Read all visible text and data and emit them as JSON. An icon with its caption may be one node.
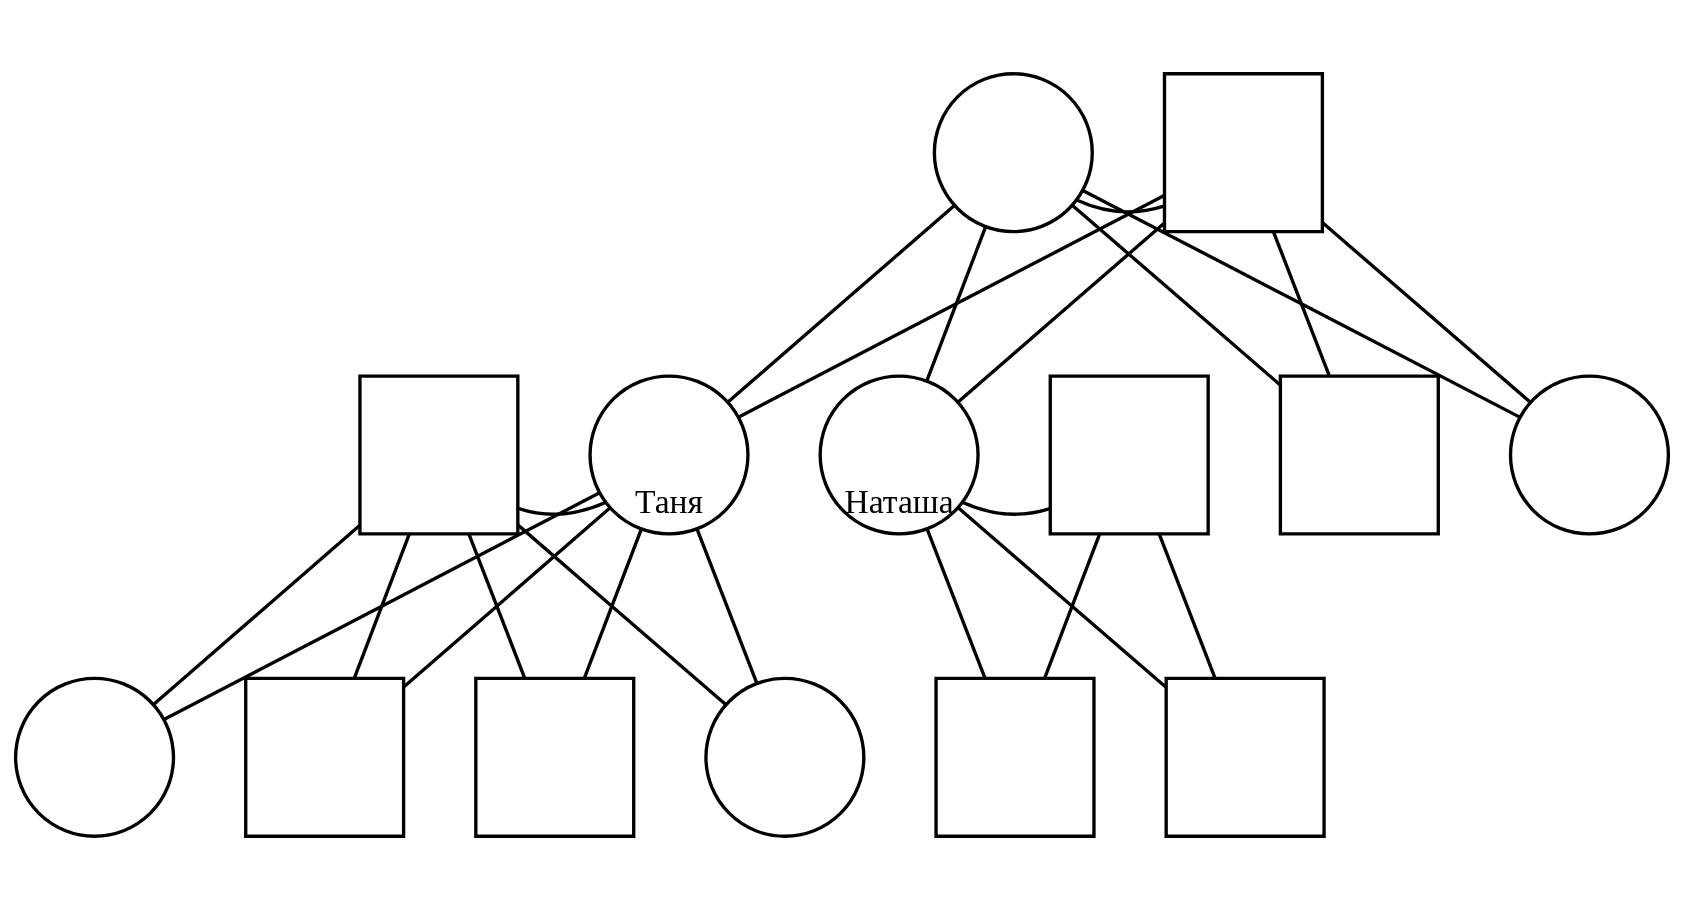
{
  "diagram": {
    "nodes": [
      {
        "text": [],
        "shape": "circle"
      },
      {
        "text": [],
        "shape": "box"
      },
      {
        "text": [],
        "shape": "box"
      },
      {
        "text": [
          "Таня"
        ]
      },
      {
        "text": [
          "Наташа"
        ]
      },
      {
        "text": [],
        "shape": "box"
      },
      {
        "text": [],
        "shape": "box"
      },
      {
        "text": [],
        "shape": "circle"
      },
      {
        "text": [],
        "shape": "circle"
      },
      {
        "text": [],
        "shape": "box"
      },
      {
        "text": [],
        "shape": "box"
      },
      {
        "text": [],
        "shape": "circle"
      },
      {
        "text": [],
        "shape": "box"
      },
      {
        "text": [],
        "shape": "box"
      }
    ],
    "edges": [
      {
        "from": 0,
        "to": 1,
        "arrow": "none"
      },
      {
        "from": 0,
        "to": 3,
        "arrow": "none"
      },
      {
        "from": 1,
        "to": 3,
        "arrow": "none"
      },
      {
        "from": 0,
        "to": 4,
        "arrow": "none"
      },
      {
        "from": 1,
        "to": 4,
        "arrow": "none"
      },
      {
        "from": 0,
        "to": 6,
        "arrow": "none"
      },
      {
        "from": 1,
        "to": 6,
        "arrow": "none"
      },
      {
        "from": 0,
        "to": 7,
        "arrow": "none"
      },
      {
        "from": 1,
        "to": 7,
        "arrow": "none"
      },
      {
        "from": 2,
        "to": 3,
        "arrow": "none"
      },
      {
        "from": 4,
        "to": 5,
        "arrow": "none"
      },
      {
        "from": 2,
        "to": 8,
        "arrow": "none"
      },
      {
        "from": 3,
        "to": 8,
        "arrow": "none"
      },
      {
        "from": 2,
        "to": 9,
        "arrow": "none"
      },
      {
        "from": 3,
        "to": 9,
        "arrow": "none"
      },
      {
        "from": 2,
        "to": 10,
        "arrow": "none"
      },
      {
        "from": 3,
        "to": 10,
        "arrow": "none"
      },
      {
        "from": 2,
        "to": 11,
        "arrow": "none"
      },
      {
        "from": 3,
        "to": 11,
        "arrow": "none"
      },
      {
        "from": 4,
        "to": 12,
        "arrow": "none"
      },
      {
        "from": 5,
        "to": 12,
        "arrow": "none"
      },
      {
        "from": 4,
        "to": 13,
        "arrow": "none"
      },
      {
        "from": 5,
        "to": 13,
        "arrow": "none"
      }
    ]
  }
}
